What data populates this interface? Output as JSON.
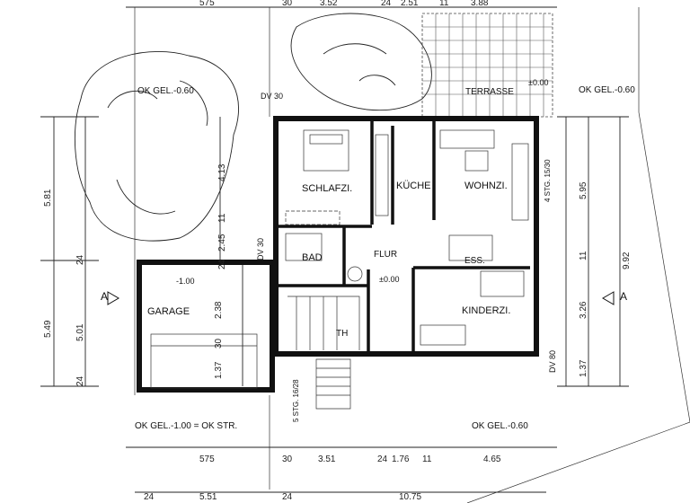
{
  "rooms": {
    "schlafzi": "SCHLAFZI.",
    "kueche": "KÜCHE",
    "wohnzi": "WOHNZI.",
    "bad": "BAD",
    "flur": "FLUR",
    "ess": "ESS.",
    "kinderzi": "KINDERZI.",
    "th": "TH",
    "garage": "GARAGE",
    "terrasse": "TERRASSE"
  },
  "levels": {
    "ok_gel_top_left": "OK GEL.-0.60",
    "ok_gel_top_right": "OK GEL.-0.60",
    "ok_gel_bottom_left": "OK GEL.-1.00 = OK STR.",
    "ok_gel_bottom_right": "OK GEL.-0.60",
    "terrasse_level": "±0.00",
    "flur_level": "±0.00",
    "garage_level": "-1.00"
  },
  "markers": {
    "dv_top": "DV 30",
    "dv_bad": "DV 30",
    "dv_right": "DV 80",
    "stg_right": "4 STG. 15/30",
    "stg_front": "5 STG. 16/28",
    "section_left": "A",
    "section_right": "A"
  },
  "dims": {
    "top": [
      "575",
      "30",
      "3.52",
      "24",
      "2.51",
      "11",
      "3.88"
    ],
    "bottom1": [
      "575",
      "30",
      "3.51",
      "24",
      "1.76",
      "11",
      "4.65"
    ],
    "bottom2": [
      "24",
      "5.51",
      "24",
      "10.75"
    ],
    "left_outer": [
      "5.81",
      "24",
      "5.49"
    ],
    "left_inner": [
      "4.13",
      "11",
      "2.45",
      "24",
      "5.01",
      "24"
    ],
    "garage_inner": [
      "2.38",
      "30",
      "1.37"
    ],
    "right_inner": [
      "5.95",
      "11",
      "3.26",
      "1.37"
    ],
    "right_outer": [
      "9.92"
    ]
  }
}
